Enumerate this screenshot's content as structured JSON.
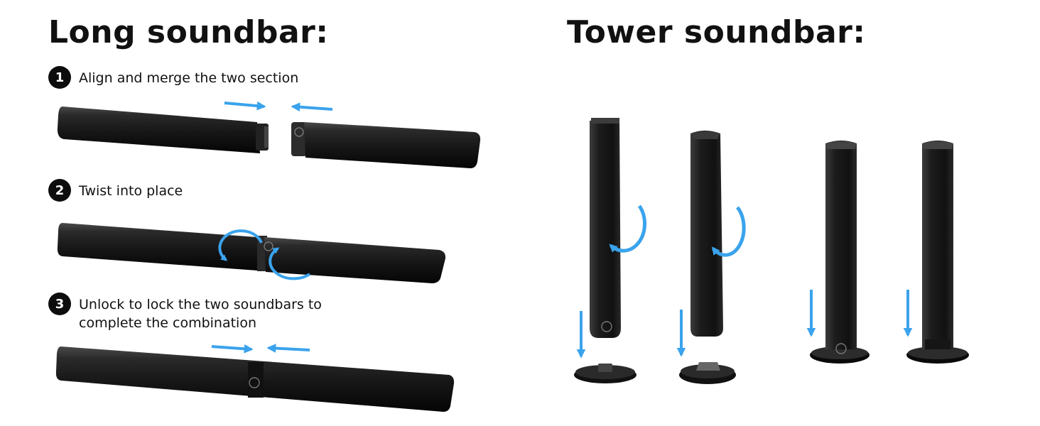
{
  "sections": {
    "long": {
      "heading": "Long soundbar:"
    },
    "tower": {
      "heading": "Tower soundbar:"
    }
  },
  "steps": [
    {
      "number": "1",
      "text": "Align and merge the two section"
    },
    {
      "number": "2",
      "text": "Twist into place"
    },
    {
      "number": "3",
      "text": "Unlock to lock the two soundbars to\ncomplete the combination"
    }
  ],
  "colors": {
    "arrow": "#3aa3ec",
    "product": "#1b1b1b",
    "badge": "#0d0d0d",
    "text": "#111111"
  }
}
